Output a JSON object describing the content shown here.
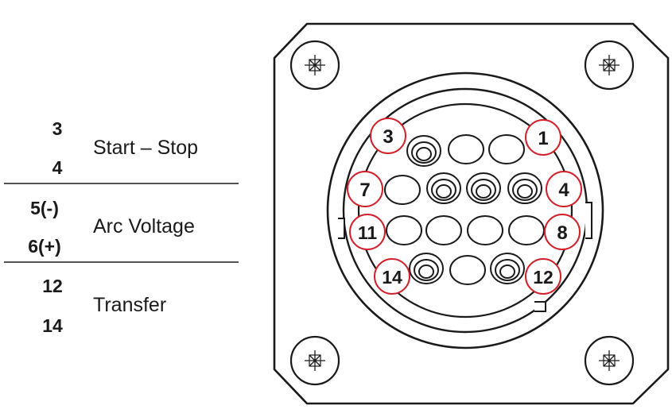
{
  "legend": {
    "groups": [
      {
        "label": "Start – Stop",
        "pins": [
          "3",
          "4"
        ]
      },
      {
        "label": "Arc Voltage",
        "pins": [
          "5(-)",
          "6(+)"
        ]
      },
      {
        "label": "Transfer",
        "pins": [
          "12",
          "14"
        ]
      }
    ]
  },
  "connector": {
    "callout_color": "#d0202a",
    "screw_icon": "plus-screw-icon",
    "callouts": [
      {
        "label": "3"
      },
      {
        "label": "1"
      },
      {
        "label": "7"
      },
      {
        "label": "4"
      },
      {
        "label": "11"
      },
      {
        "label": "8"
      },
      {
        "label": "14"
      },
      {
        "label": "12"
      }
    ]
  }
}
